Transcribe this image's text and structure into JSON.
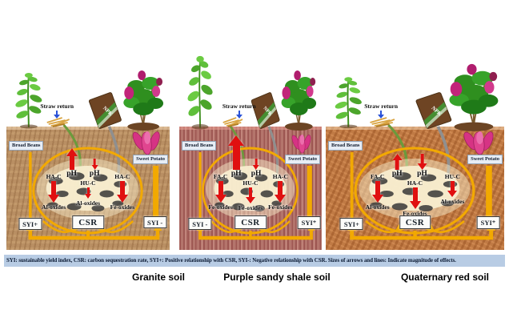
{
  "figure": {
    "caption": "SYI: sustainable yield index, CSR: carbon sequestration rate, SYI+: Positive relationship with CSR, SYI-: Negative relationship with CSR. Sizes of arrows and lines: Indicate magnitude of effects."
  },
  "colors": {
    "accent_yellow": "#F2A900",
    "arrow_red": "#E01010",
    "straw_arrow_blue": "#2A52D8",
    "caption_bg": "#B8CCE4",
    "granite_soil": "#B98F63",
    "purple_sandy_shale_soil": "#B4756C",
    "quaternary_red_soil": "#C07A44"
  },
  "panels": [
    {
      "title": "Granite soil",
      "straw_return": "Straw return",
      "npk": "NPK",
      "crop_left": "Broad Beans",
      "crop_right": "Sweet Potato",
      "ph_up": {
        "label": "pH",
        "size": "large"
      },
      "ph_down": {
        "label": "pH",
        "size": "small"
      },
      "humus": [
        {
          "label": "HA-C",
          "arrow_size": "large",
          "oxide": "Al-oxides"
        },
        {
          "label": "HU-C",
          "arrow_size": "small",
          "oxide": "Al-oxides"
        },
        {
          "label": "HA-C",
          "arrow_size": "large",
          "oxide": "Fe-oxides"
        }
      ],
      "syi_left": "SYI+",
      "csr": "CSR",
      "syi_right": "SYI -"
    },
    {
      "title": "Purple sandy shale soil",
      "straw_return": "Straw return",
      "npk": "NPK",
      "crop_left": "Broad Beans",
      "crop_right": "Sweet Potato",
      "ph_up": {
        "label": "pH",
        "size": "xlarge"
      },
      "ph_down": {
        "label": "pH",
        "size": "small"
      },
      "humus": [
        {
          "label": "FA-C",
          "arrow_size": "large",
          "oxide": "Fe-oxides"
        },
        {
          "label": "HU-C",
          "arrow_size": "medium",
          "oxide": "Fe-oxides"
        },
        {
          "label": "HA-C",
          "arrow_size": "large",
          "oxide": "Fe-oxides"
        }
      ],
      "syi_left": "SYI -",
      "csr": "CSR",
      "syi_right": "SYI⁺"
    },
    {
      "title": "Quaternary red soil",
      "straw_return": "Straw return",
      "npk": "NPK",
      "crop_left": "Broad Beans",
      "crop_right": "Sweet Potato",
      "ph_up": {
        "label": "pH",
        "size": "medium"
      },
      "ph_down": {
        "label": "pH",
        "size": "medium"
      },
      "humus": [
        {
          "label": "FA-C",
          "arrow_size": "large",
          "oxide": "Al-oxides"
        },
        {
          "label": "HA-C",
          "arrow_size": "large",
          "oxide": "Fe-oxides"
        },
        {
          "label": "HU-C",
          "arrow_size": "medium",
          "oxide": "Al-oxides"
        }
      ],
      "syi_left": "SYI+",
      "csr": "CSR",
      "syi_right": "SYI⁺"
    }
  ]
}
